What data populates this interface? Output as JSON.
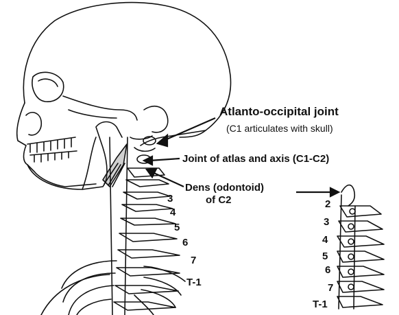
{
  "labels": {
    "atlanto_occipital": "Atlanto-occipital joint",
    "c1_articulates": "(C1 articulates with skull)",
    "atlas_axis": "Joint of atlas and axis (C1-C2)",
    "dens_line1": "Dens (odontoid)",
    "dens_line2": "of C2"
  },
  "main_spine_numbers": [
    "3",
    "4",
    "5",
    "6",
    "7",
    "T-1"
  ],
  "side_spine_numbers": [
    "2",
    "3",
    "4",
    "5",
    "6",
    "7",
    "T-1"
  ],
  "colors": {
    "ink": "#111111",
    "background": "#ffffff",
    "shade": "#444444"
  }
}
